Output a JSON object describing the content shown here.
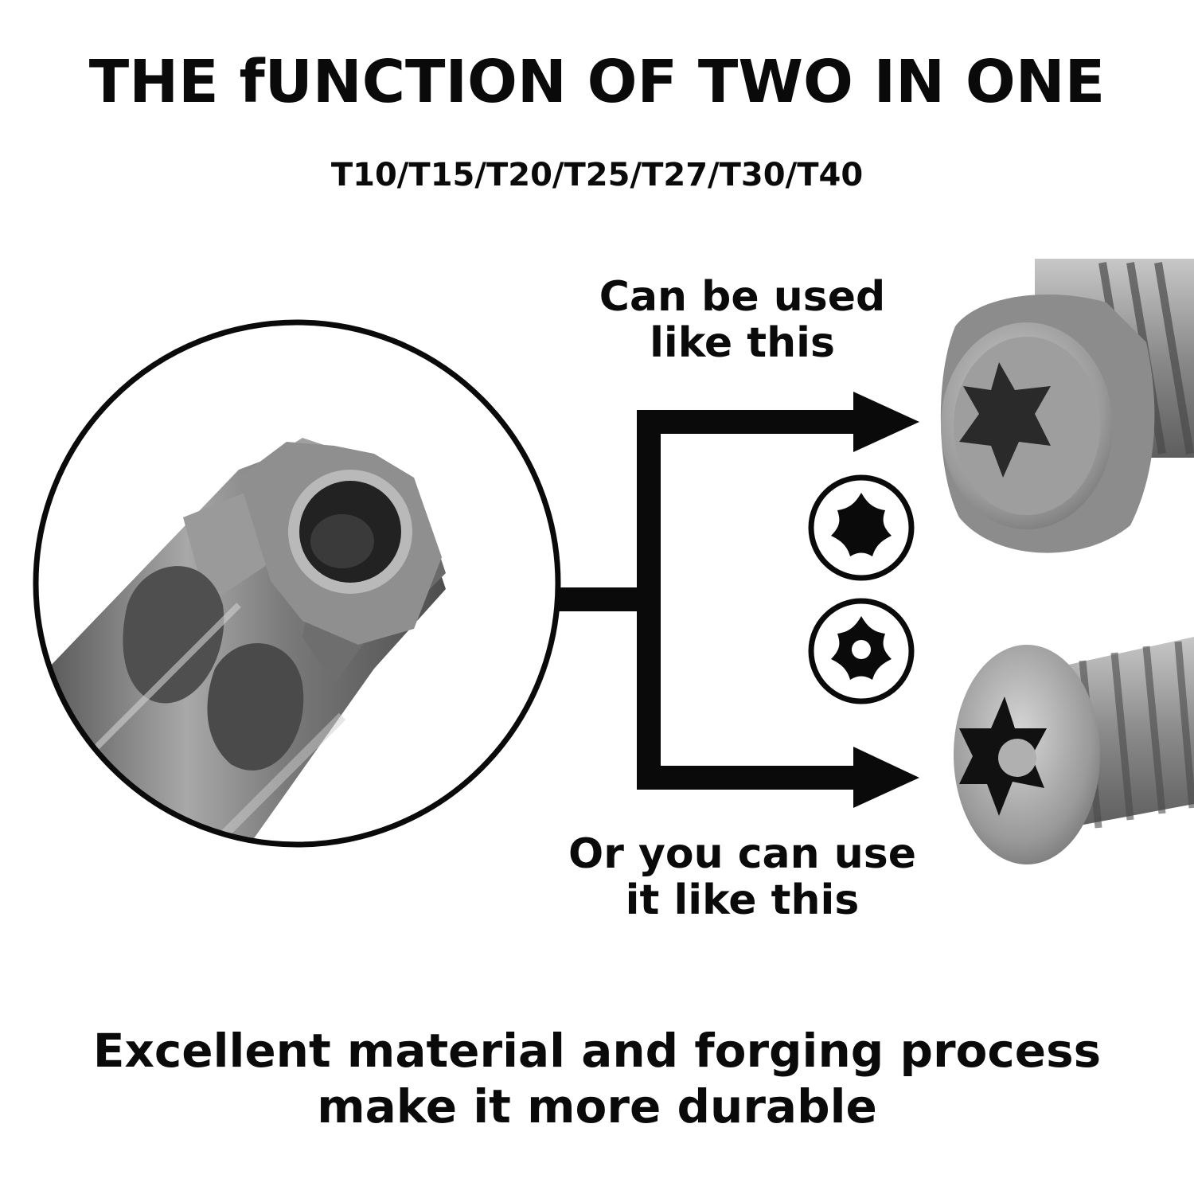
{
  "heading": "THE fUNCTION OF TWO IN ONE",
  "sizes": "T10/T15/T20/T25/T27/T30/T40",
  "caption_top": [
    "Can be used",
    "like this"
  ],
  "caption_bottom": [
    "Or you can use",
    "it like this"
  ],
  "footer": [
    "Excellent material and forging process",
    "make it more durable"
  ],
  "colors": {
    "ink": "#0a0a0a",
    "steel": "#8e8e8e",
    "background": "#ffffff"
  },
  "icons": [
    "security-torx-bit-closeup",
    "socket-cap-screw-torx",
    "button-head-pin-torx-screw",
    "torx-star-icon",
    "pin-torx-star-icon",
    "arrow-right-icon"
  ]
}
